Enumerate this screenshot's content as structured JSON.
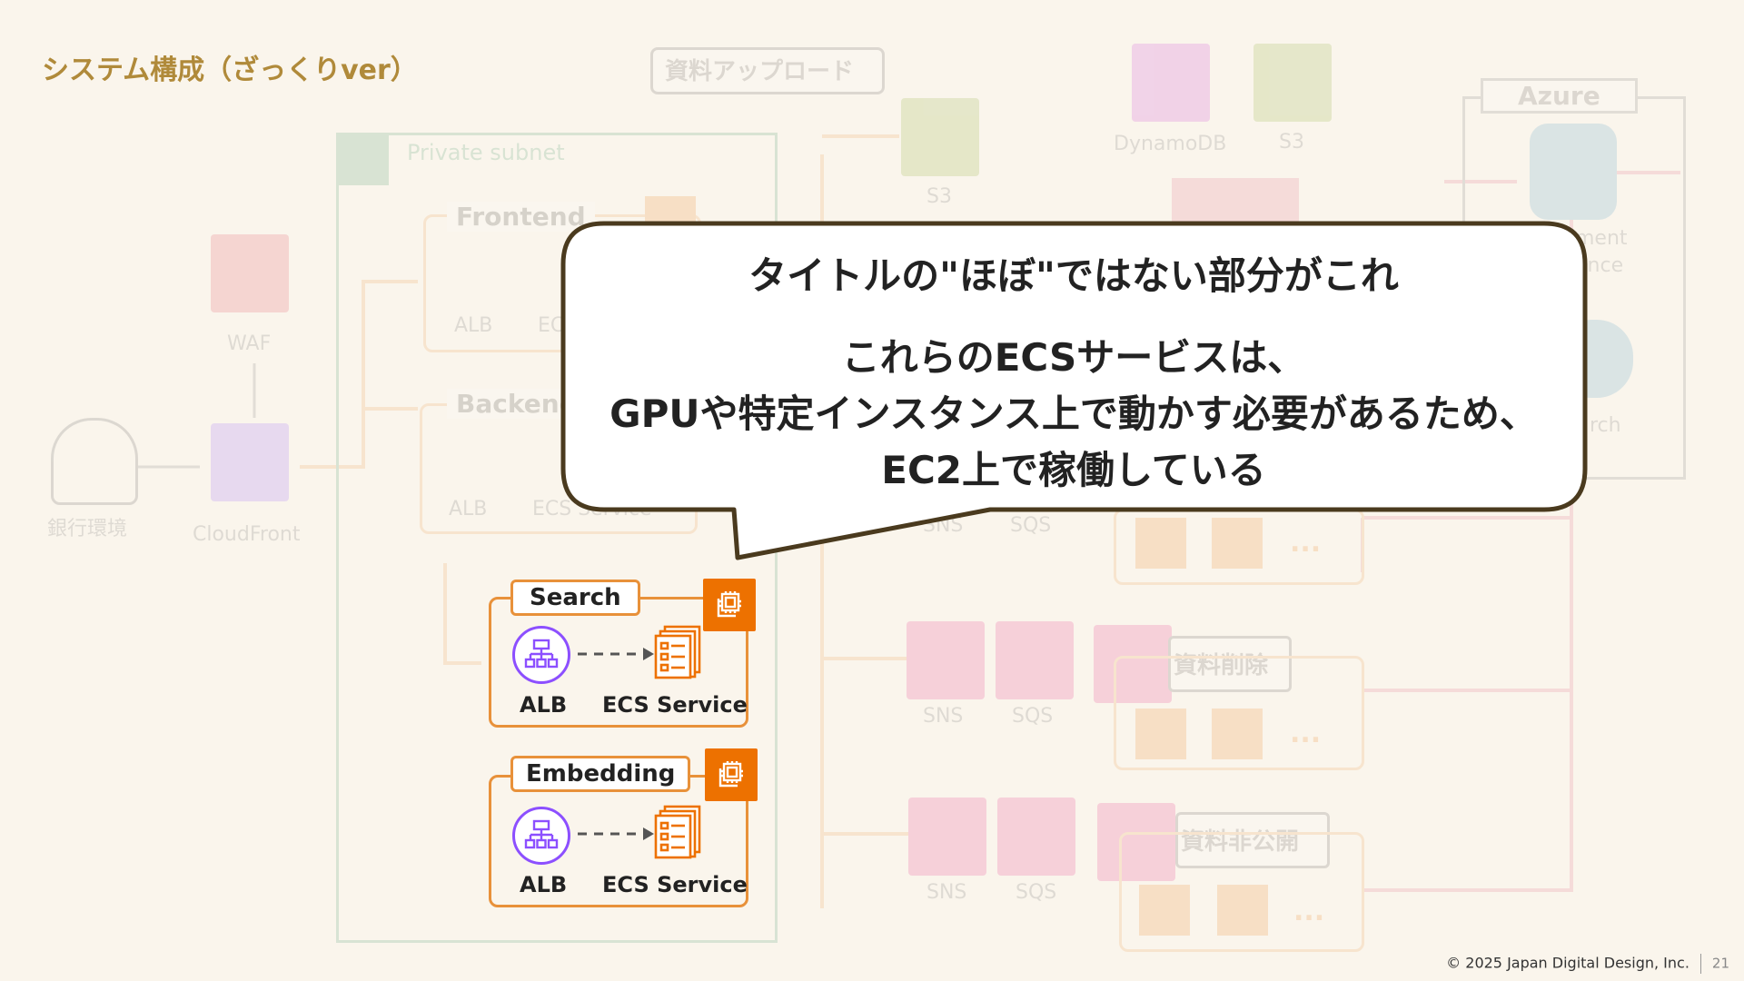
{
  "slide": {
    "title": "システム構成（ざっくりver）",
    "copyright": "© 2025 Japan Digital Design, Inc.",
    "page_number": "21"
  },
  "background": {
    "upload_label": "資料アップロード",
    "private_subnet": "Private subnet",
    "frontend": "Frontend",
    "backend": "Backend",
    "waf": "WAF",
    "cloudfront": "CloudFront",
    "bank_env": "銀行環境",
    "s3_main": "S3",
    "dynamodb": "DynamoDB",
    "s3_top": "S3",
    "azure": "Azure",
    "azure_service_1": "ment",
    "azure_service_2": "ence",
    "search_partial": "rch",
    "alb": "ALB",
    "ecs_service": "ECS Service",
    "ecs_partial": "EC",
    "sns": "SNS",
    "sqs": "SQS",
    "delete_docs": "資料削除",
    "unpublish_docs": "資料非公開",
    "ellipsis": "..."
  },
  "callout": {
    "headline": "タイトルの\"ほぼ\"ではない部分がこれ",
    "line1": "これらのECSサービスは、",
    "line2": "GPUや特定インスタンス上で動かす必要があるため、",
    "line3": "EC2上で稼働している"
  },
  "groups": [
    {
      "title": "Search",
      "alb_label": "ALB",
      "service_label": "ECS Service"
    },
    {
      "title": "Embedding",
      "alb_label": "ALB",
      "service_label": "ECS Service"
    }
  ],
  "colors": {
    "title": "#b08a3a",
    "group_border": "#e8913a",
    "ec2_badge": "#ed7100",
    "alb": "#8c4fff",
    "ecs": "#ed7100",
    "callout_border": "#4a3a1e"
  }
}
